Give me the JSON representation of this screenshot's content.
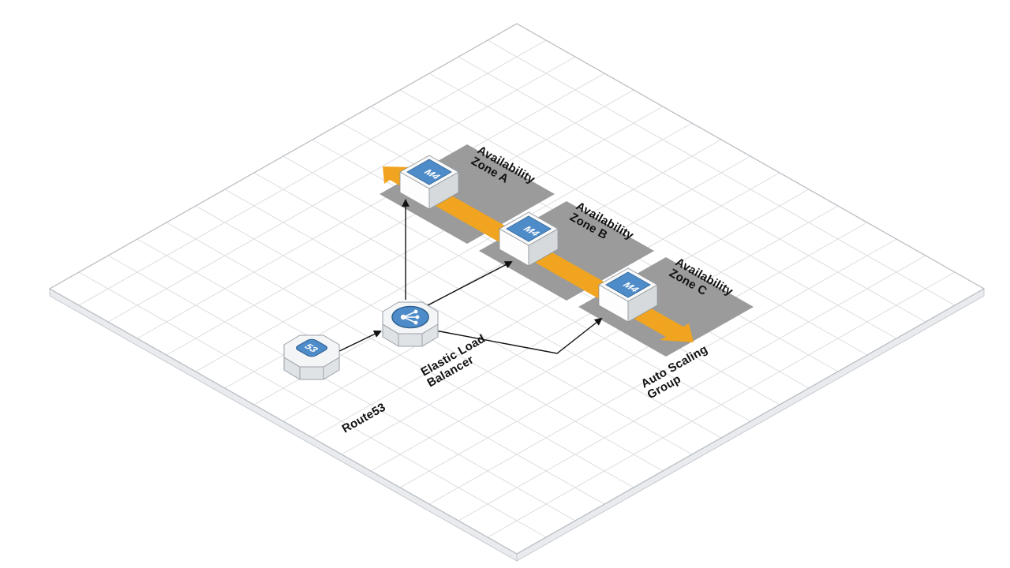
{
  "diagram": {
    "colors": {
      "accent_orange": "#F0A41F",
      "zone_gray": "#9B9B9B",
      "aws_blue": "#4E8BC9",
      "connector_black": "#111111"
    },
    "zones": [
      {
        "label_line1": "Availability",
        "label_line2": "Zone A"
      },
      {
        "label_line1": "Availability",
        "label_line2": "Zone B"
      },
      {
        "label_line1": "Availability",
        "label_line2": "Zone C"
      }
    ],
    "instances": [
      {
        "label": "M4"
      },
      {
        "label": "M4"
      },
      {
        "label": "M4"
      }
    ],
    "route53": {
      "label": "Route53",
      "badge": "53"
    },
    "elb": {
      "label_line1": "Elastic Load",
      "label_line2": "Balancer"
    },
    "asg": {
      "label_line1": "Auto Scaling",
      "label_line2": "Group"
    }
  }
}
